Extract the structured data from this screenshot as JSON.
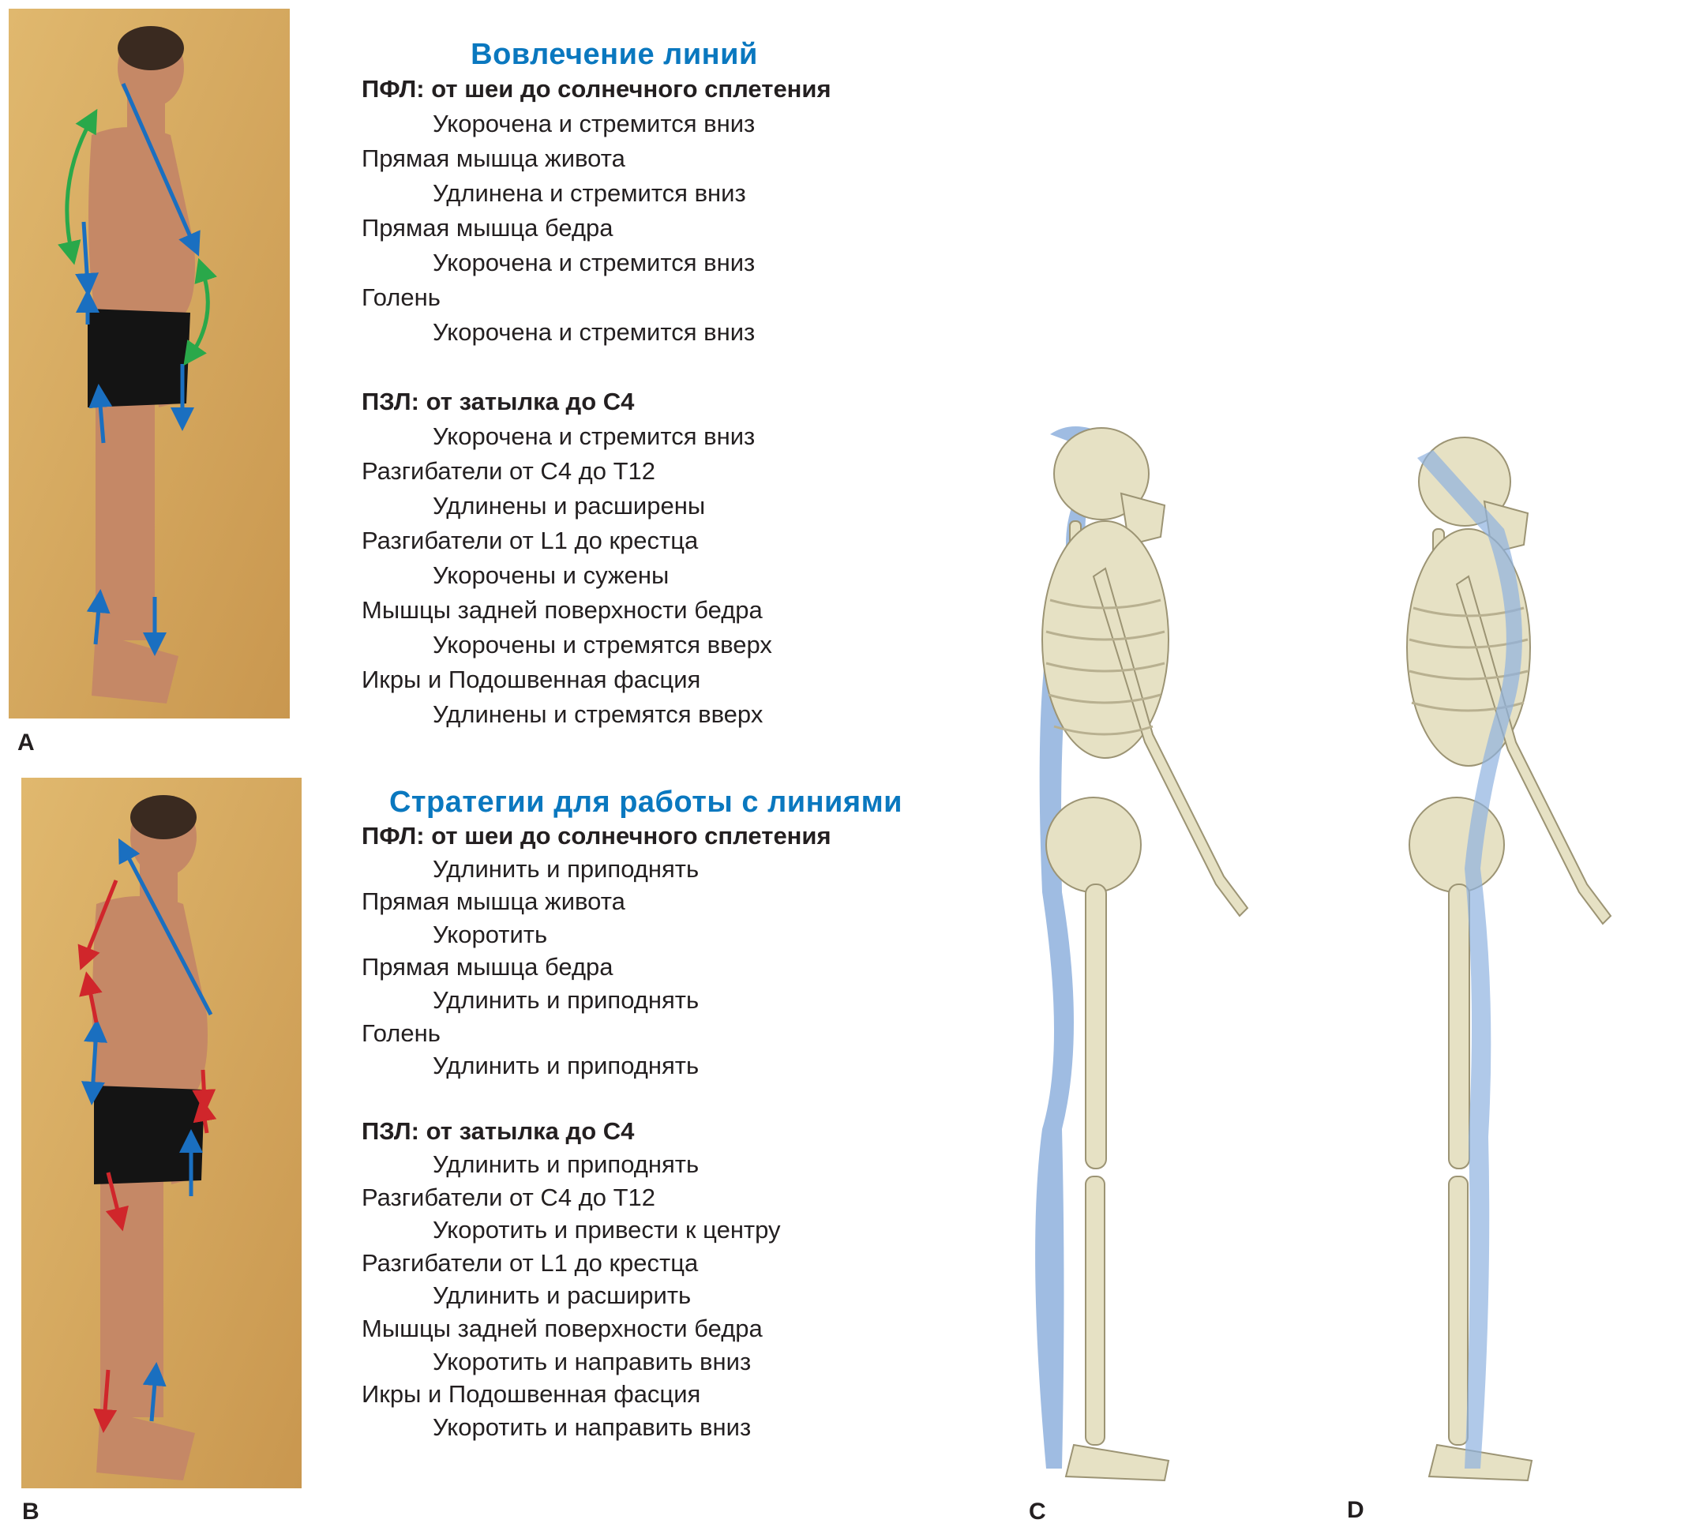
{
  "panels": {
    "a": "A",
    "b": "B",
    "c": "C",
    "d": "D"
  },
  "section1": {
    "title": "Вовлечение линий",
    "lines": [
      {
        "text": "ПФЛ: от шеи до солнечного сплетения",
        "style": "head"
      },
      {
        "text": "Укорочена и стремится вниз",
        "style": "ind"
      },
      {
        "text": "Прямая мышца живота",
        "style": ""
      },
      {
        "text": "Удлинена и стремится вниз",
        "style": "ind"
      },
      {
        "text": "Прямая мышца бедра",
        "style": ""
      },
      {
        "text": "Укорочена и стремится вниз",
        "style": "ind"
      },
      {
        "text": "Голень",
        "style": ""
      },
      {
        "text": "Укорочена и стремится вниз",
        "style": "ind"
      },
      {
        "text": "",
        "style": "gap"
      },
      {
        "text": "ПЗЛ: от затылка до C4",
        "style": "head"
      },
      {
        "text": "Укорочена и стремится вниз",
        "style": "ind"
      },
      {
        "text": "Разгибатели от C4 до T12",
        "style": ""
      },
      {
        "text": "Удлинены и расширены",
        "style": "ind"
      },
      {
        "text": "Разгибатели от L1 до крестца",
        "style": ""
      },
      {
        "text": "Укорочены и сужены",
        "style": "ind"
      },
      {
        "text": "Мышцы задней поверхности бедра",
        "style": ""
      },
      {
        "text": "Укорочены и стремятся вверх",
        "style": "ind"
      },
      {
        "text": "Икры и Подошвенная фасция",
        "style": ""
      },
      {
        "text": "Удлинены и стремятся вверх",
        "style": "ind"
      }
    ]
  },
  "section2": {
    "title": "Стратегии для работы с линиями",
    "lines": [
      {
        "text": "ПФЛ: от шеи до солнечного сплетения",
        "style": "head"
      },
      {
        "text": "Удлинить и приподнять",
        "style": "ind"
      },
      {
        "text": "Прямая мышца живота",
        "style": ""
      },
      {
        "text": "Укоротить",
        "style": "ind"
      },
      {
        "text": "Прямая мышца бедра",
        "style": ""
      },
      {
        "text": "Удлинить и приподнять",
        "style": "ind"
      },
      {
        "text": "Голень",
        "style": ""
      },
      {
        "text": "Удлинить и приподнять",
        "style": "ind"
      },
      {
        "text": "",
        "style": "gap"
      },
      {
        "text": "ПЗЛ: от затылка до C4",
        "style": "head"
      },
      {
        "text": "Удлинить и приподнять",
        "style": "ind"
      },
      {
        "text": "Разгибатели от C4 до T12",
        "style": ""
      },
      {
        "text": "Укоротить и привести к центру",
        "style": "ind"
      },
      {
        "text": "Разгибатели от L1 до крестца",
        "style": ""
      },
      {
        "text": "Удлинить и расширить",
        "style": "ind"
      },
      {
        "text": "Мышцы задней поверхности бедра",
        "style": ""
      },
      {
        "text": "Укоротить и направить вниз",
        "style": "ind"
      },
      {
        "text": "Икры и Подошвенная фасция",
        "style": ""
      },
      {
        "text": "Укоротить и направить вниз",
        "style": "ind"
      }
    ]
  },
  "colors": {
    "title": "#0a78bf",
    "arrow_blue": "#1a6fc0",
    "arrow_green": "#2aa84a",
    "arrow_red": "#d0262b",
    "backdrop": "#d8ab63",
    "bone": "#e6e1c4",
    "fascia": "#7fa6d8"
  }
}
